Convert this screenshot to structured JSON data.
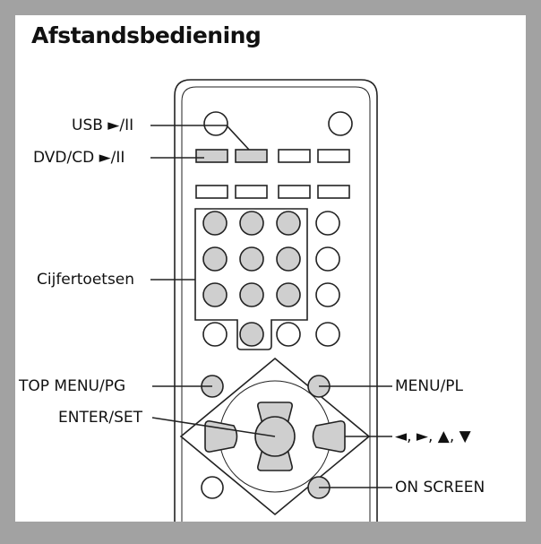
{
  "title": "Afstandsbediening",
  "labels": {
    "usb": "USB ►/II",
    "dvd_cd": "DVD/CD ►/II",
    "cijfertoetsen": "Cijfertoetsen",
    "top_menu": "TOP MENU/PG",
    "enter_set": "ENTER/SET",
    "menu_pl": "MENU/PL",
    "arrows": "◄, ►, ▲, ▼",
    "on_screen": "ON SCREEN"
  },
  "colors": {
    "highlight": "#cfcfcf",
    "outline": "#222222",
    "border": "#a2a2a2"
  }
}
